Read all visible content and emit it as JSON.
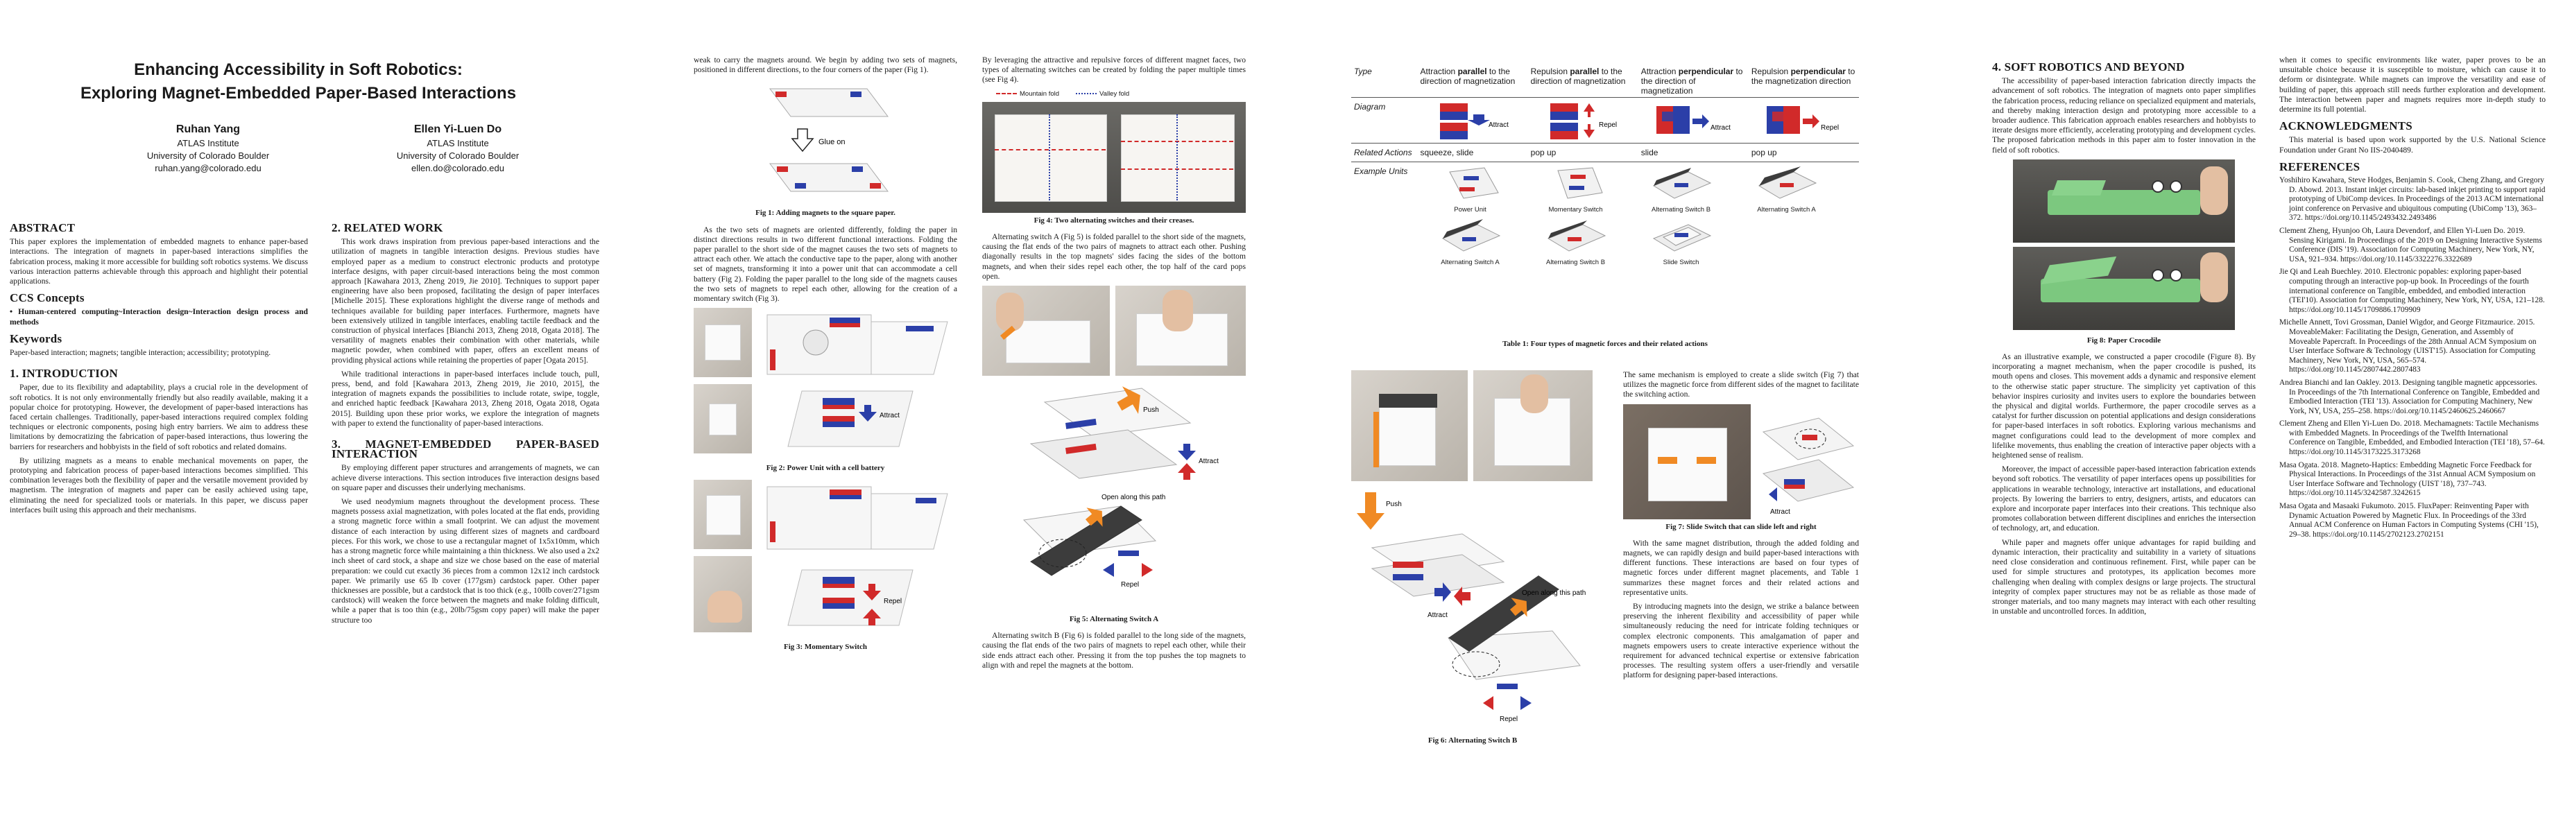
{
  "title_line1": "Enhancing Accessibility in Soft Robotics:",
  "title_line2": "Exploring Magnet-Embedded Paper-Based Interactions",
  "authors": [
    {
      "name": "Ruhan Yang",
      "inst": "ATLAS Institute",
      "univ": "University of Colorado Boulder",
      "email": "ruhan.yang@colorado.edu"
    },
    {
      "name": "Ellen Yi-Luen Do",
      "inst": "ATLAS Institute",
      "univ": "University of Colorado Boulder",
      "email": "ellen.do@colorado.edu"
    }
  ],
  "abstract": {
    "heading": "ABSTRACT",
    "text": "This paper explores the implementation of embedded magnets to enhance paper-based interactions. The integration of magnets in paper-based interactions simplifies the fabrication process, making it more accessible for building soft robotics systems. We discuss various interaction patterns achievable through this approach and highlight their potential applications."
  },
  "ccs": {
    "heading": "CCS Concepts",
    "text": "• Human-centered computing~Interaction design~Interaction design process and methods"
  },
  "keywords": {
    "heading": "Keywords",
    "text": "Paper-based interaction; magnets; tangible interaction; accessibility; prototyping."
  },
  "intro": {
    "heading": "1.   INTRODUCTION",
    "p1": "Paper, due to its flexibility and adaptability, plays a crucial role in the development of soft robotics. It is not only environmentally friendly but also readily available, making it a popular choice for prototyping. However, the development of paper-based interactions has faced certain challenges. Traditionally, paper-based interactions required complex folding techniques or electronic components, posing high entry barriers. We aim to address these limitations by democratizing the fabrication of paper-based interactions, thus lowering the barriers for researchers and hobbyists in the field of soft robotics and related domains.",
    "p2": "By utilizing magnets as a means to enable mechanical movements on paper, the prototyping and fabrication process of paper-based interactions becomes simplified. This combination leverages both the flexibility of paper and the versatile movement provided by magnetism. The integration of magnets and paper can be easily achieved using tape, eliminating the need for specialized tools or materials. In this paper, we discuss paper interfaces built using this approach and their mechanisms."
  },
  "related": {
    "heading": "2.   RELATED WORK",
    "p1": "This work draws inspiration from previous paper-based interactions and the utilization of magnets in tangible interaction designs. Previous studies have employed paper as a medium to construct electronic products and prototype interface designs, with paper circuit-based interactions being the most common approach [Kawahara 2013, Zheng 2019, Jie 2010]. Techniques to support paper engineering have also been proposed, facilitating the design of paper interfaces [Michelle 2015]. These explorations highlight the diverse range of methods and techniques available for building paper interfaces. Furthermore, magnets have been extensively utilized in tangible interfaces, enabling tactile feedback and the construction of physical interfaces [Bianchi 2013, Zheng 2018, Ogata 2018]. The versatility of magnets enables their combination with other materials, while magnetic powder, when combined with paper, offers an excellent means of providing physical actions while retaining the properties of paper [Ogata 2015].",
    "p2": "While traditional interactions in paper-based interfaces include touch, pull, press, bend, and fold [Kawahara 2013, Zheng 2019, Jie 2010, 2015], the integration of magnets expands the possibilities to include rotate, swipe, toggle, and enriched haptic feedback [Kawahara 2013, Zheng 2018, Ogata 2018, Ogata 2015]. Building upon these prior works, we explore the integration of magnets with paper to extend the functionality of paper-based interactions."
  },
  "magnet": {
    "heading": "3.   MAGNET-EMBEDDED PAPER-BASED INTERACTION",
    "p1": "By employing different paper structures and arrangements of magnets, we can achieve diverse interactions. This section introduces five interaction designs based on square paper and discusses their underlying mechanisms.",
    "p2": "We used neodymium magnets throughout the development process. These magnets possess axial magnetization, with poles located at the flat ends, providing a strong magnetic force within a small footprint. We can adjust the movement distance of each interaction by using different sizes of magnets and cardboard pieces. For this work, we chose to use a rectangular magnet of 1x5x10mm, which has a strong magnetic force while maintaining a thin thickness. We also used a 2x2 inch sheet of card stock, a shape and size we chose based on the ease of material preparation: we could cut exactly 36 pieces from a common 12x12 inch cardstock paper. We primarily use 65 lb cover (177gsm) cardstock paper. Other paper thicknesses are possible, but a cardstock that is too thick (e.g., 100lb cover/271gsm cardstock) will weaken the force between the magnets and make folding difficult, while a paper that is too thin (e.g., 20lb/75gsm copy paper) will make the paper structure too"
  },
  "col3": {
    "p1": "weak to carry the magnets around. We begin by adding two sets of magnets, positioned in different directions, to the four corners of the paper (Fig 1).",
    "fig1_label": "Glue on",
    "fig1_cap": "Fig 1: Adding magnets to the square paper.",
    "p2": "As the two sets of magnets are oriented differently, folding the paper in distinct directions results in two different functional interactions. Folding the paper parallel to the short side of the magnet causes the two sets of magnets to attract each other. We attach the conductive tape to the paper, along with another set of magnets, transforming it into a power unit that can accommodate a cell battery (Fig 2). Folding the paper parallel to the long side of the magnets causes the two sets of magnets to repel each other, allowing for the creation of a momentary switch (Fig 3).",
    "fig2_attract": "Attract",
    "fig2_cap": "Fig 2: Power Unit with a cell battery",
    "fig3_repel": "Repel",
    "fig3_cap": "Fig 3: Momentary Switch"
  },
  "col4": {
    "p1": "By leveraging the attractive and repulsive forces of different magnet faces, two types of alternating switches can be created by folding the paper multiple times (see Fig 4).",
    "legend_mountain": "Mountain fold",
    "legend_valley": "Valley fold",
    "fig4_cap": "Fig 4: Two alternating switches and their creases.",
    "p2": "Alternating switch A (Fig 5) is folded parallel to the short side of the magnets, causing the flat ends of the two pairs of magnets to attract each other. Pushing diagonally results in the top magnets' sides facing the sides of the bottom magnets, and when their sides repel each other, the top half of the card pops open.",
    "push": "Push",
    "attract": "Attract",
    "open_path": "Open along this path",
    "repel": "Repel",
    "fig5_cap": "Fig 5: Alternating Switch A",
    "p3": "Alternating switch B (Fig 6) is folded parallel to the long side of the magnets, causing the flat ends of the two pairs of magnets to repel each other, while their side ends attract each other. Pressing it from the top pushes the top magnets to align with and repel the magnets at the bottom."
  },
  "table": {
    "type_label": "Type",
    "cols": [
      {
        "a": "Attraction ",
        "b": "parallel",
        "c": " to the direction of magnetization"
      },
      {
        "a": "Repulsion ",
        "b": "parallel",
        "c": " to the direction of magnetization"
      },
      {
        "a": "Attraction ",
        "b": "perpendicular",
        "c": " to the direction of magnetization"
      },
      {
        "a": "Repulsion ",
        "b": "perpendicular",
        "c": " to the magnetization direction"
      }
    ],
    "diagram_label": "Diagram",
    "diag_words": [
      "Attract",
      "Repel",
      "Attract",
      "Repel"
    ],
    "related_label": "Related Actions",
    "actions": [
      "squeeze, slide",
      "pop up",
      "slide",
      "pop up"
    ],
    "units_label": "Example Units",
    "units_row1": [
      "Power Unit",
      "Momentary Switch",
      "Alternating Switch B",
      "Alternating Switch A"
    ],
    "units_row2": [
      "Alternating Switch A",
      "Alternating Switch B",
      "Slide Switch"
    ],
    "caption": "Table 1: Four types of magnetic forces and their related actions"
  },
  "col6": {
    "push": "Push",
    "attract": "Attract",
    "open_path": "Open along this path",
    "repel": "Repel",
    "fig6_cap": "Fig 6: Alternating Switch B"
  },
  "col7": {
    "p1": "The same mechanism is employed to create a slide switch (Fig 7) that utilizes the magnetic force from different sides of the magnet to facilitate the switching action.",
    "attract": "Attract",
    "fig7_cap": "Fig 7: Slide Switch that can slide left and right",
    "p2": "With the same magnet distribution, through the added folding and magnets, we can rapidly design and build paper-based interactions with different functions. These interactions are based on four types of magnetic forces under different magnet placements, and Table 1 summarizes these magnet forces and their related actions and representative units.",
    "p3": "By introducing magnets into the design, we strike a balance between preserving the inherent flexibility and accessibility of paper while simultaneously reducing the need for intricate folding techniques or complex electronic components. This amalgamation of paper and magnets empowers users to create interactive experience without the requirement for advanced technical expertise or extensive fabrication processes. The resulting system offers a user-friendly and versatile platform for designing paper-based interactions."
  },
  "col8": {
    "heading": "4.   SOFT ROBOTICS AND BEYOND",
    "p1": "The accessibility of paper-based interaction fabrication directly impacts the advancement of soft robotics. The integration of magnets onto paper simplifies the fabrication process, reducing reliance on specialized equipment and materials, and thereby making interaction design and prototyping more accessible to a broader audience. This fabrication approach enables researchers and hobbyists to iterate designs more efficiently, accelerating prototyping and development cycles. The proposed fabrication methods in this paper aim to foster innovation in the field of soft robotics.",
    "fig8_cap": "Fig 8: Paper Crocodile",
    "p2": "As an illustrative example, we constructed a paper crocodile (Figure 8). By incorporating a magnet mechanism, when the paper crocodile is pushed, its mouth opens and closes. This movement adds a dynamic and responsive element to the otherwise static paper structure. The simplicity yet captivation of this behavior inspires curiosity and invites users to explore the boundaries between the physical and digital worlds. Furthermore, the paper crocodile serves as a catalyst for further discussion on potential applications and design considerations for paper-based interfaces in soft robotics. Exploring various mechanisms and magnet configurations could lead to the development of more complex and lifelike movements, thus enabling the creation of interactive paper objects with a heightened sense of realism.",
    "p3": "Moreover, the impact of accessible paper-based interaction fabrication extends beyond soft robotics. The versatility of paper interfaces opens up possibilities for applications in wearable technology, interactive art installations, and educational projects. By lowering the barriers to entry, designers, artists, and educators can explore and incorporate paper interfaces into their creations. This technique also promotes collaboration between different disciplines and enriches the intersection of technology, art, and education.",
    "p4": "While paper and magnets offer unique advantages for rapid building and dynamic interaction, their practicality and suitability in a variety of situations need close consideration and continuous refinement. First, while paper can be used for simple structures and prototypes, its application becomes more challenging when dealing with complex designs or large projects. The structural integrity of complex paper structures may not be as reliable as those made of stronger materials, and too many magnets may interact with each other resulting in unstable and uncontrolled forces. In addition,"
  },
  "col9": {
    "p1": "when it comes to specific environments like water, paper proves to be an unsuitable choice because it is susceptible to moisture, which can cause it to deform or disintegrate. While magnets can improve the versatility and ease of building of paper, this approach still needs further exploration and development. The interaction between paper and magnets requires more in-depth study to determine its full potential.",
    "ack_heading": "ACKNOWLEDGMENTS",
    "ack": "This material is based upon work supported by the U.S. National Science Foundation under Grant No IIS-2040489.",
    "ref_heading": "REFERENCES",
    "refs": [
      "Yoshihiro Kawahara, Steve Hodges, Benjamin S. Cook, Cheng Zhang, and Gregory D. Abowd. 2013. Instant inkjet circuits: lab-based inkjet printing to support rapid prototyping of UbiComp devices. In Proceedings of the 2013 ACM international joint conference on Pervasive and ubiquitous computing (UbiComp '13), 363–372. https://doi.org/10.1145/2493432.2493486",
      "Clement Zheng, Hyunjoo Oh, Laura Devendorf, and Ellen Yi-Luen Do. 2019. Sensing Kirigami. In Proceedings of the 2019 on Designing Interactive Systems Conference (DIS '19). Association for Computing Machinery, New York, NY, USA, 921–934. https://doi.org/10.1145/3322276.3322689",
      "Jie Qi and Leah Buechley. 2010. Electronic popables: exploring paper-based computing through an interactive pop-up book. In Proceedings of the fourth international conference on Tangible, embedded, and embodied interaction (TEI'10). Association for Computing Machinery, New York, NY, USA, 121–128. https://doi.org/10.1145/1709886.1709909",
      "Michelle Annett, Tovi Grossman, Daniel Wigdor, and George Fitzmaurice. 2015. MoveableMaker: Facilitating the Design, Generation, and Assembly of Moveable Papercraft. In Proceedings of the 28th Annual ACM Symposium on User Interface Software & Technology (UIST'15). Association for Computing Machinery, New York, NY, USA, 565–574. https://doi.org/10.1145/2807442.2807483",
      "Andrea Bianchi and Ian Oakley. 2013. Designing tangible magnetic appcessories. In Proceedings of the 7th International Conference on Tangible, Embedded and Embodied Interaction (TEI '13). Association for Computing Machinery, New York, NY, USA, 255–258. https://doi.org/10.1145/2460625.2460667",
      "Clement Zheng and Ellen Yi-Luen Do. 2018. Mechamagnets: Tactile Mechanisms with Embedded Magnets. In Proceedings of the Twelfth International Conference on Tangible, Embedded, and Embodied Interaction (TEI '18), 57–64. https://doi.org/10.1145/3173225.3173268",
      "Masa Ogata. 2018. Magneto-Haptics: Embedding Magnetic Force Feedback for Physical Interactions. In Proceedings of the 31st Annual ACM Symposium on User Interface Software and Technology (UIST '18), 737–743. https://doi.org/10.1145/3242587.3242615",
      "Masa Ogata and Masaaki Fukumoto. 2015. FluxPaper: Reinventing Paper with Dynamic Actuation Powered by Magnetic Flux. In Proceedings of the 33rd Annual ACM Conference on Human Factors in Computing Systems (CHI '15), 29–38. https://doi.org/10.1145/2702123.2702151"
    ]
  }
}
